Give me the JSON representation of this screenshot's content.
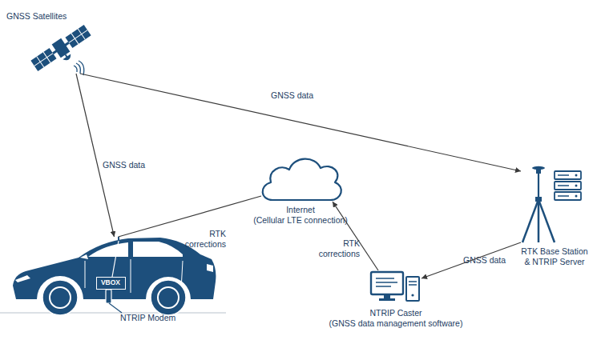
{
  "diagram": {
    "nodes": [
      {
        "text": [
          "GNSS Satellites"
        ]
      },
      {
        "text": [
          "Internet",
          "(Cellular LTE connection)"
        ]
      },
      {
        "text": [
          "RTK Base Station & NTRIP Server"
        ]
      },
      {
        "text": [
          "NTRIP Modem"
        ]
      },
      {
        "text": [
          "VBOX"
        ],
        "in": 3
      },
      {
        "text": [
          "NTRIP Caster",
          "(GNSS data management software)"
        ]
      }
    ],
    "edges": [
      {
        "from": 0,
        "to": 2,
        "label": "GNSS data",
        "arrow": "to"
      },
      {
        "from": 0,
        "to": 3,
        "label": "GNSS data",
        "arrow": "to"
      },
      {
        "from": 1,
        "to": 3,
        "label": "RTK corrections",
        "arrow": "none"
      },
      {
        "from": 2,
        "to": 5,
        "label": "GNSS data",
        "arrow": "to"
      },
      {
        "from": 5,
        "to": 1,
        "label": "RTK corrections",
        "arrow": "to"
      }
    ]
  }
}
